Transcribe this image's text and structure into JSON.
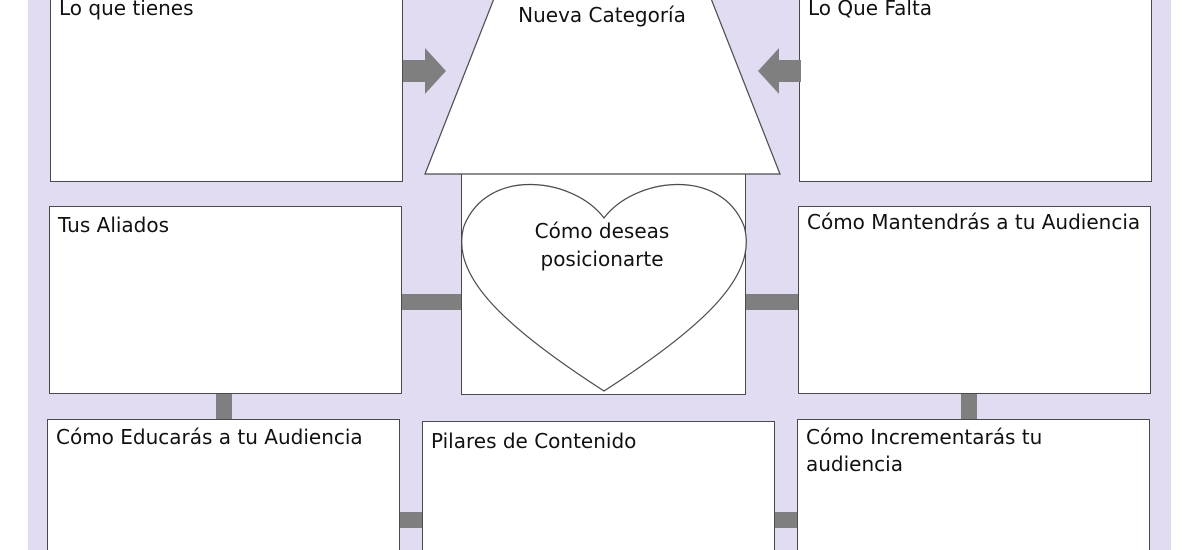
{
  "diagram": {
    "boxes": {
      "lo_que_tienes": "Lo que tienes",
      "lo_que_falta": "Lo Que Falta",
      "tus_aliados": "Tus Aliados",
      "mantendras": "Cómo Mantendrás a tu Audiencia",
      "educaras": "Cómo Educarás a tu Audiencia",
      "pilares": "Pilares de Contenido",
      "incrementaras": "Cómo Incrementarás tu audiencia"
    },
    "roof": {
      "label": "Nueva Categoría"
    },
    "heart": {
      "line1": "Cómo deseas",
      "line2": "posicionarte"
    },
    "colors": {
      "background": "#e1dcf2",
      "box_fill": "#ffffff",
      "border": "#4a4a4a",
      "connector": "#7f7f7f"
    }
  }
}
